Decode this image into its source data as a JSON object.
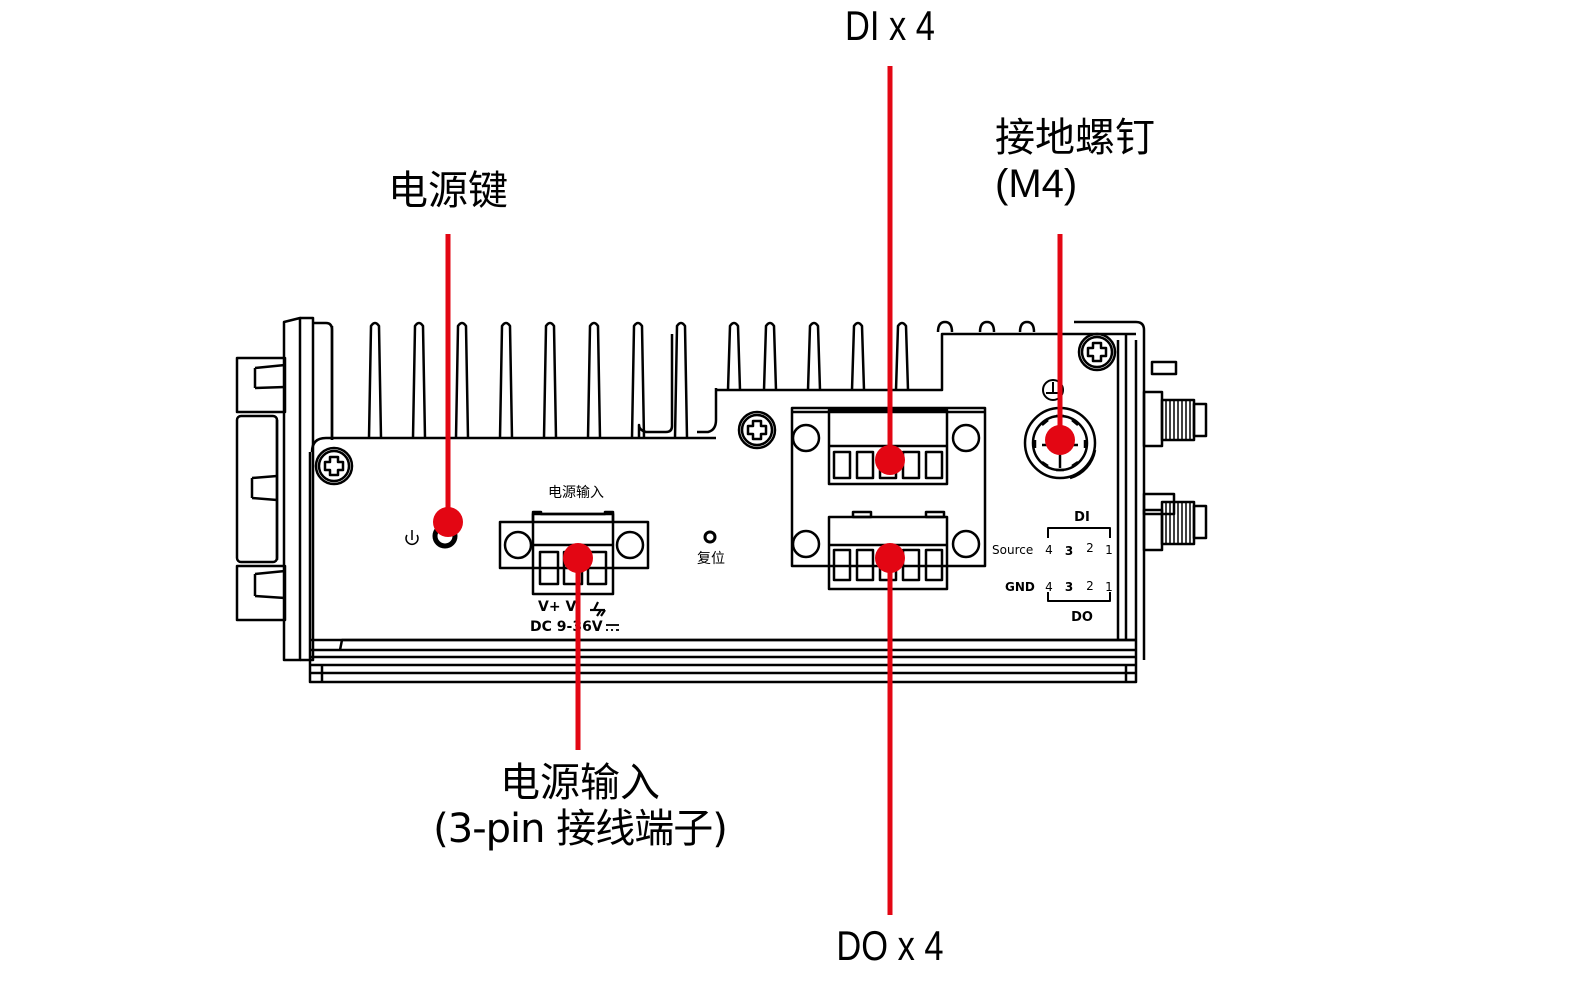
{
  "diagram": {
    "type": "device-panel-callout",
    "accent_color": "#e30613",
    "line_color": "#000000",
    "callouts": {
      "di": "DI x 4",
      "do": "DO x 4",
      "power_key": "电源键",
      "ground_screw_line1": "接地螺钉",
      "ground_screw_line2": "(M4)",
      "power_input_line1": "电源输入",
      "power_input_line2": "(3-pin 接线端子)"
    },
    "panel_labels": {
      "power_input": "电源输入",
      "reset": "复位",
      "power_pins": "V+ V-",
      "dc_rating": "DC 9-36V",
      "di_header": "DI",
      "do_footer": "DO",
      "source_label": "Source",
      "gnd_label": "GND",
      "di_pins": [
        "4",
        "3",
        "2",
        "1"
      ],
      "do_pins": [
        "4",
        "3",
        "2",
        "1"
      ]
    },
    "icons": {
      "power": "power-symbol-icon",
      "ground": "ground-symbol-icon",
      "screw": "phillips-screw-icon",
      "dc": "dc-symbol-icon"
    }
  }
}
